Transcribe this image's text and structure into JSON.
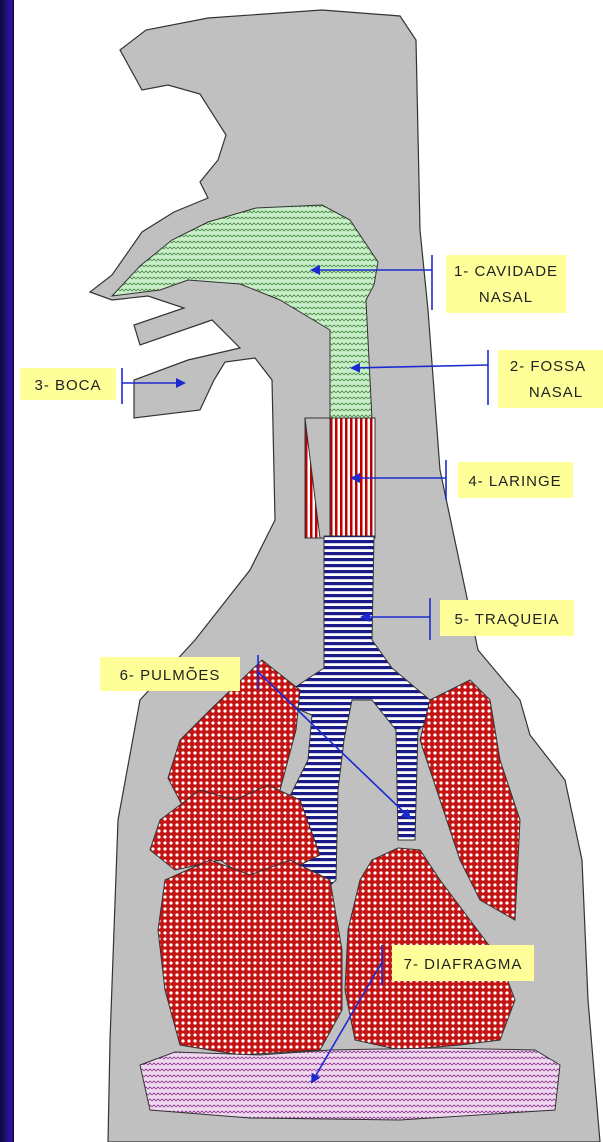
{
  "colors": {
    "body_fill": "#c0c0c0",
    "body_outline": "#333333",
    "nasal_fill": "#c8f0c8",
    "nasal_pattern": "#4a8a4a",
    "larynx_red": "#c00000",
    "trachea_blue": "#1a1a8a",
    "lung_red": "#c41414",
    "lung_dot": "#ffffff",
    "diaphragm_fill": "#f0d8f0",
    "diaphragm_pattern": "#8a3a8a",
    "pointer_blue": "#1a2ad0",
    "label_bg": "#ffff99"
  },
  "labels": {
    "cavidade_line1": "1- CAVIDADE",
    "cavidade_line2": "NASAL",
    "fossa_line1": "2- FOSSA",
    "fossa_line2": "NASAL",
    "boca": "3- BOCA",
    "laringe": "4- LARINGE",
    "traqueia": "5- TRAQUEIA",
    "pulmoes": "6- PULMÕES",
    "diafragma": "7- DIAFRAGMA"
  }
}
